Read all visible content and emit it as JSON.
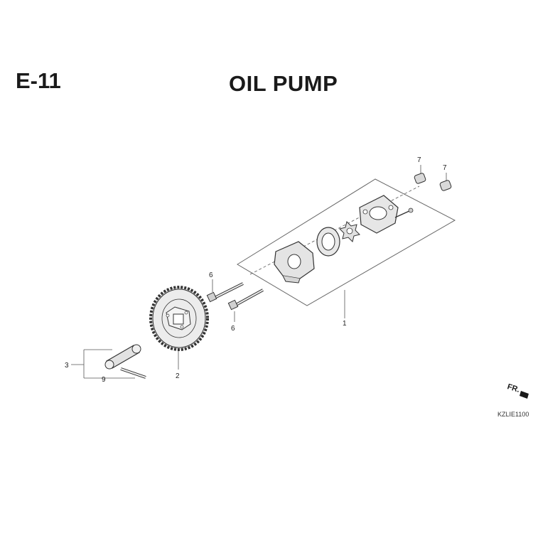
{
  "header": {
    "section_code": "E-11",
    "title": "OIL PUMP"
  },
  "callouts": [
    {
      "id": "c7a",
      "number": "7"
    },
    {
      "id": "c7b",
      "number": "7"
    },
    {
      "id": "c6a",
      "number": "6"
    },
    {
      "id": "c6b",
      "number": "6"
    },
    {
      "id": "c1",
      "number": "1"
    },
    {
      "id": "c2",
      "number": "2"
    },
    {
      "id": "c3",
      "number": "3"
    },
    {
      "id": "c9",
      "number": "9"
    }
  ],
  "direction": {
    "label": "FR."
  },
  "reference_code": "KZLIE1100"
}
